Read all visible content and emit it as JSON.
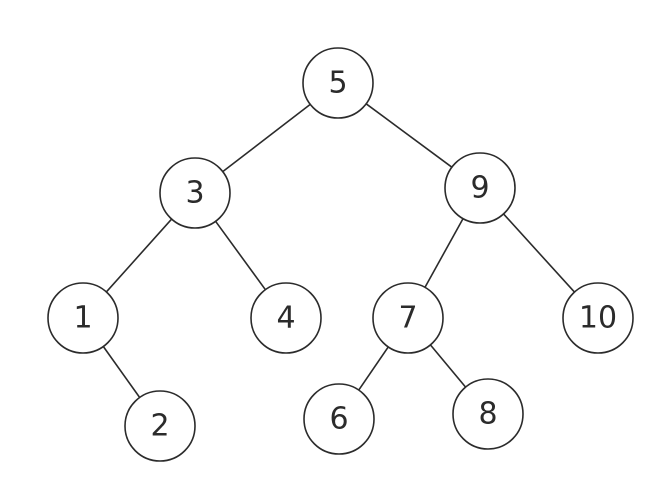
{
  "tree": {
    "nodes": [
      {
        "id": "n5",
        "label": "5"
      },
      {
        "id": "n3",
        "label": "3"
      },
      {
        "id": "n9",
        "label": "9"
      },
      {
        "id": "n1",
        "label": "1"
      },
      {
        "id": "n4",
        "label": "4"
      },
      {
        "id": "n7",
        "label": "7"
      },
      {
        "id": "n10",
        "label": "10"
      },
      {
        "id": "n2",
        "label": "2"
      },
      {
        "id": "n6",
        "label": "6"
      },
      {
        "id": "n8",
        "label": "8"
      }
    ],
    "edges": [
      {
        "from": "n5",
        "to": "n3"
      },
      {
        "from": "n5",
        "to": "n9"
      },
      {
        "from": "n3",
        "to": "n1"
      },
      {
        "from": "n3",
        "to": "n4"
      },
      {
        "from": "n9",
        "to": "n7"
      },
      {
        "from": "n9",
        "to": "n10"
      },
      {
        "from": "n1",
        "to": "n2"
      },
      {
        "from": "n7",
        "to": "n6"
      },
      {
        "from": "n7",
        "to": "n8"
      }
    ]
  },
  "colors": {
    "stroke": "#2b2b2b",
    "fill": "#ffffff",
    "background": "#ffffff"
  }
}
